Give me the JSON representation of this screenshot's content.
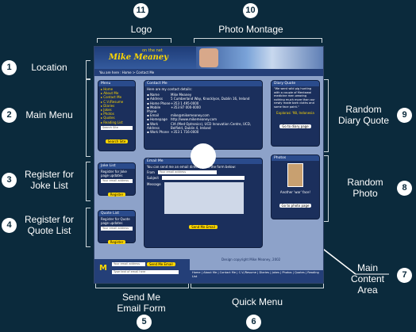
{
  "annotations": {
    "logo": {
      "num": "11",
      "label": "Logo"
    },
    "montage": {
      "num": "10",
      "label": "Photo Montage"
    },
    "location": {
      "num": "1",
      "label": "Location"
    },
    "main_menu": {
      "num": "2",
      "label": "Main Menu"
    },
    "joke": {
      "num": "3",
      "label": "Register for Joke List"
    },
    "quote": {
      "num": "4",
      "label": "Register for Quote List"
    },
    "diary": {
      "num": "9",
      "label": "Random Diary Quote"
    },
    "photo": {
      "num": "8",
      "label": "Random Photo"
    },
    "content": {
      "num": "7",
      "label": "Main Content Area"
    },
    "send": {
      "num": "5",
      "label": "Send Me Email Form"
    },
    "quick": {
      "num": "6",
      "label": "Quick Menu"
    }
  },
  "mock": {
    "logo_text": "Mike Meaney",
    "logo_sub": "on the net",
    "location": "You are here : Home > Contact Me",
    "menu_title": "Menu",
    "menu_items": [
      "Home",
      "About Me",
      "Contact Me",
      "C.V./Resume",
      "Diaries",
      "Jokes",
      "Photos",
      "Quotes",
      "Reading List"
    ],
    "search_placeholder": "Search Site",
    "search_btn": "Search Site",
    "joke_title": "Joke List",
    "joke_text": "Register for Joke page updates",
    "quote_title": "Quote List",
    "quote_text": "Register for Quote page updates",
    "email_placeholder": "Your email address",
    "register_btn": "Register",
    "contact_title": "Contact Me",
    "contact_intro": "Here are my contact details:",
    "contact_rows": [
      [
        "Name",
        "Mike Meaney"
      ],
      [
        "Address",
        "5 Cumberland Way, Knocklyon, Dublin 16, Ireland"
      ],
      [
        "Home Phone",
        "+353 1 495-0000"
      ],
      [
        "Mobile Phone",
        "+353 87 000-0000"
      ],
      [
        "Email",
        "mike@mikemeaney.com"
      ],
      [
        "Homepage",
        "http://www.mikemeaney.com"
      ],
      [
        "Work Address",
        "CIA (Med Optronics), UCD Innovation Centre, UCD, Belfield, Dublin 4, Ireland"
      ],
      [
        "Work Phone",
        "+353 1 716-0000"
      ]
    ],
    "email_title": "Email Me",
    "email_intro": "You can send me an email directly from the form below:",
    "email_from": "From",
    "email_subject": "Subject",
    "email_message": "Message",
    "send_btn": "Send Me Email",
    "diary_title": "Diary Quote",
    "diary_text": "\"We went wild pig hunting with a couple of Mentawai medicine men wearing nothing much more than our newly made bark cloths and some face paint.\"",
    "diary_place": "Explorasi '98, Indonesia",
    "diary_btn": "Go to diary page",
    "photos_title": "Photos",
    "photo_caption": "Another 'war' face!",
    "photo_btn": "Go to photo page",
    "copyright": "Design copyright Mike Meaney, 2002",
    "send_bar_placeholder": "Your email address",
    "send_bar_btn": "Send Me Email",
    "send_bar_msg": "Type text of email here",
    "quick_menu": "Home | About Me | Contact Me | C.V./Resume | Diaries | Jokes | Photos | Quotes | Reading List"
  },
  "colors": {
    "background": "#0b2a3c",
    "accent_yellow": "#ffd800",
    "panel": "#1b2f5c"
  }
}
